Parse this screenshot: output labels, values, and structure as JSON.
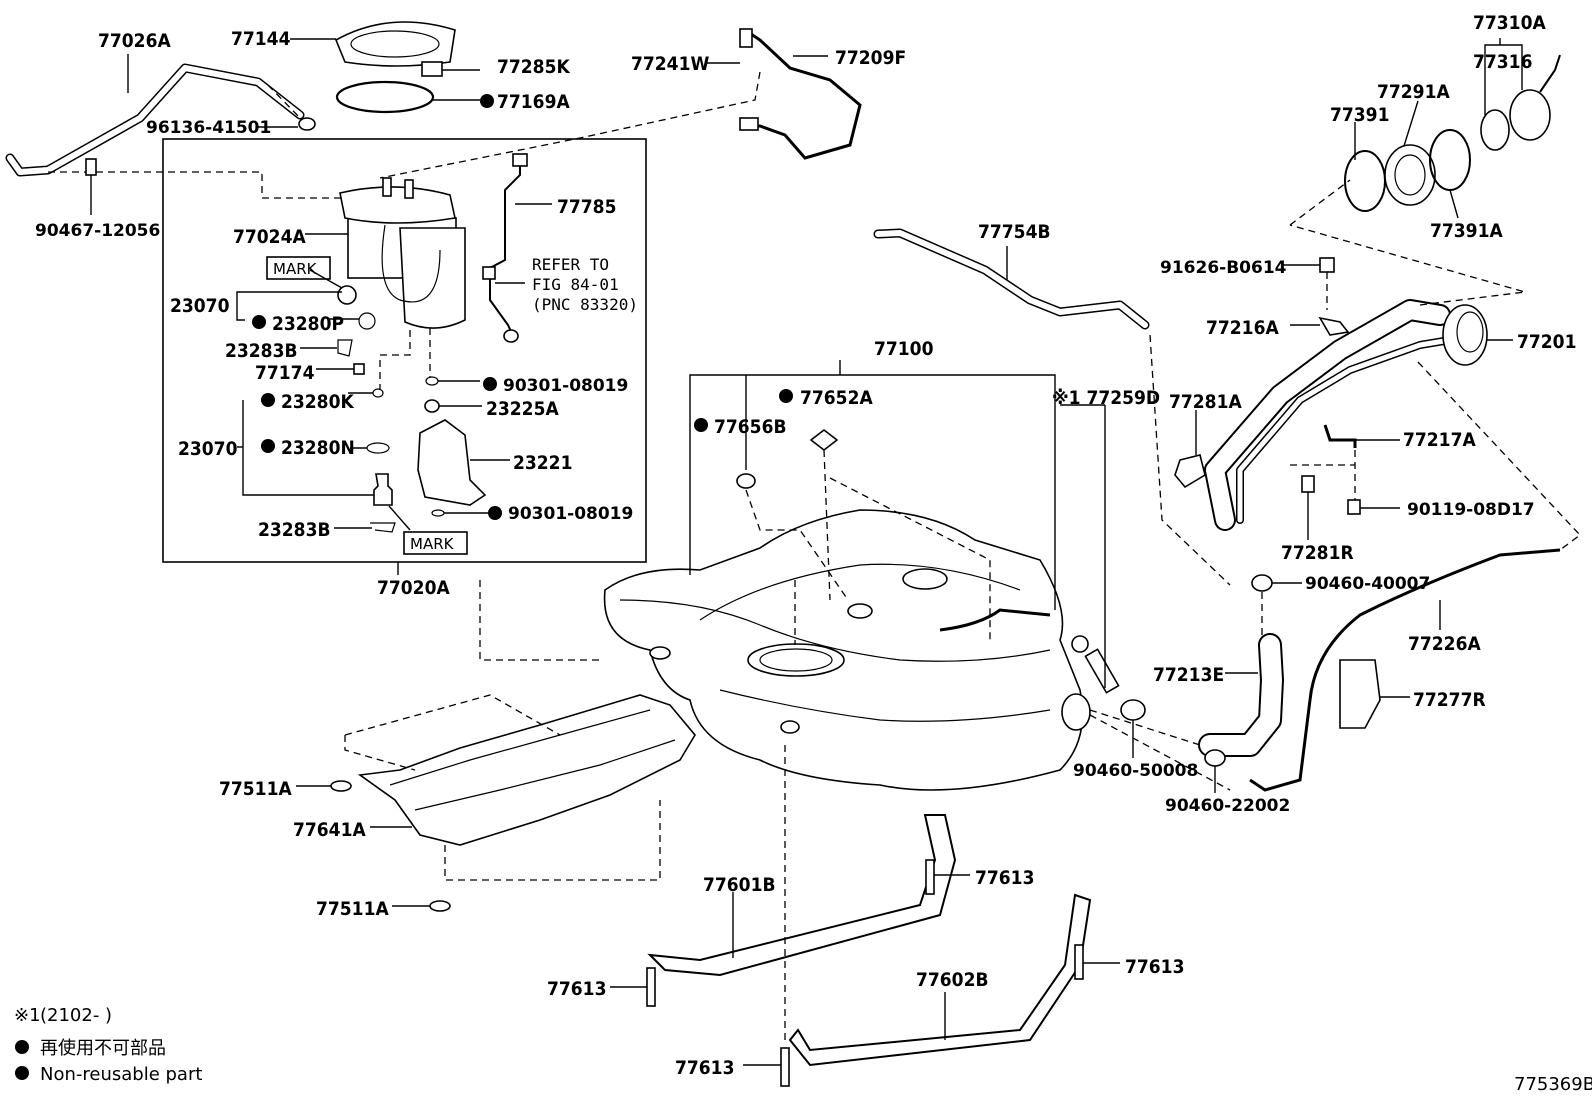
{
  "diagram_code": "775369B",
  "footnote": {
    "mark": "※1",
    "date_range": "(2102-          )"
  },
  "legend": {
    "nonreusable_jp": "再使用不可部品",
    "nonreusable_en": "Non-reusable part"
  },
  "refer_note": {
    "line1": "REFER TO",
    "line2": "FIG 84-01",
    "line3": "(PNC 83320)"
  },
  "mark_tags": [
    "MARK",
    "MARK"
  ],
  "parts": {
    "p77026A": "77026A",
    "p77144": "77144",
    "p77285K": "77285K",
    "p77169A": "77169A",
    "p96136": "96136-41501",
    "p90467": "90467-12056",
    "p77241W": "77241W",
    "p77209F": "77209F",
    "p77310A": "77310A",
    "p77316": "77316",
    "p77291A": "77291A",
    "p77391": "77391",
    "p77391A": "77391A",
    "p77785": "77785",
    "p77024A": "77024A",
    "p23070a": "23070",
    "p23280P": "23280P",
    "p23283Ba": "23283B",
    "p77174": "77174",
    "p23280K": "23280K",
    "p90301a": "90301-08019",
    "p23225A": "23225A",
    "p23070b": "23070",
    "p23280N": "23280N",
    "p23221": "23221",
    "p90301b": "90301-08019",
    "p23283Bb": "23283B",
    "p77020A": "77020A",
    "p77754B": "77754B",
    "p91626": "91626-B0614",
    "p77216A": "77216A",
    "p77201": "77201",
    "p77100": "77100",
    "p77652A": "77652A",
    "p77656B": "77656B",
    "p77259D": "※1 77259D",
    "p77281A": "77281A",
    "p77217A": "77217A",
    "p90119": "90119-08D17",
    "p77281R": "77281R",
    "p90460_40007": "90460-40007",
    "p77226A": "77226A",
    "p77213E": "77213E",
    "p77277R": "77277R",
    "p90460_50008": "90460-50008",
    "p90460_22002": "90460-22002",
    "p77511Aa": "77511A",
    "p77641A": "77641A",
    "p77511Ab": "77511A",
    "p77601B": "77601B",
    "p77613a": "77613",
    "p77613b": "77613",
    "p77613c": "77613",
    "p77602B": "77602B",
    "p77613d": "77613"
  }
}
